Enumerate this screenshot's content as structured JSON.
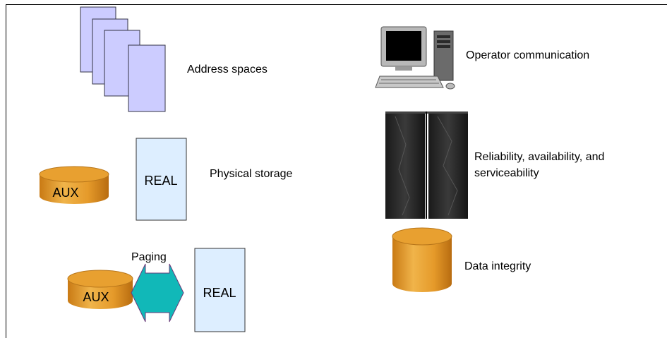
{
  "labels": {
    "address_spaces": "Address spaces",
    "physical_storage": "Physical storage",
    "paging": "Paging",
    "operator_communication": "Operator communication",
    "ras_line1": "Reliability, availability, and",
    "ras_line2": "serviceability",
    "data_integrity": "Data integrity"
  },
  "boxes": {
    "real_top": "REAL",
    "real_bottom": "REAL",
    "aux_top": "AUX",
    "aux_bottom": "AUX"
  },
  "colors": {
    "page_fill": "#ccccff",
    "real_fill": "#ddeeff",
    "cylinder_fill": "#e8a030",
    "arrow_fill": "#11b8b8"
  },
  "icons": {
    "computer": "desktop-computer-icon",
    "mainframe": "mainframe-server-icon"
  }
}
